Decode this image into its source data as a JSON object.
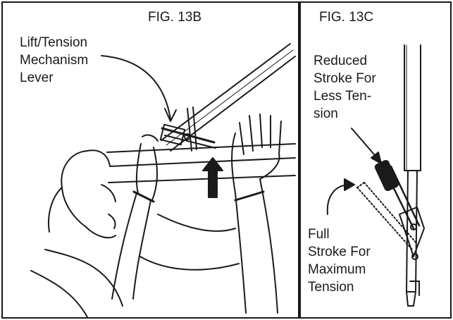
{
  "fig13b": {
    "title": "FIG. 13B",
    "label": [
      "Lift/Tension",
      "Mechanism",
      "Lever"
    ]
  },
  "fig13c": {
    "title": "FIG. 13C",
    "reduced_label": [
      "Reduced",
      "Stroke For",
      "Less Ten-",
      "sion"
    ],
    "full_label": [
      "Full",
      "Stroke For",
      "Maximum",
      "Tension"
    ]
  }
}
